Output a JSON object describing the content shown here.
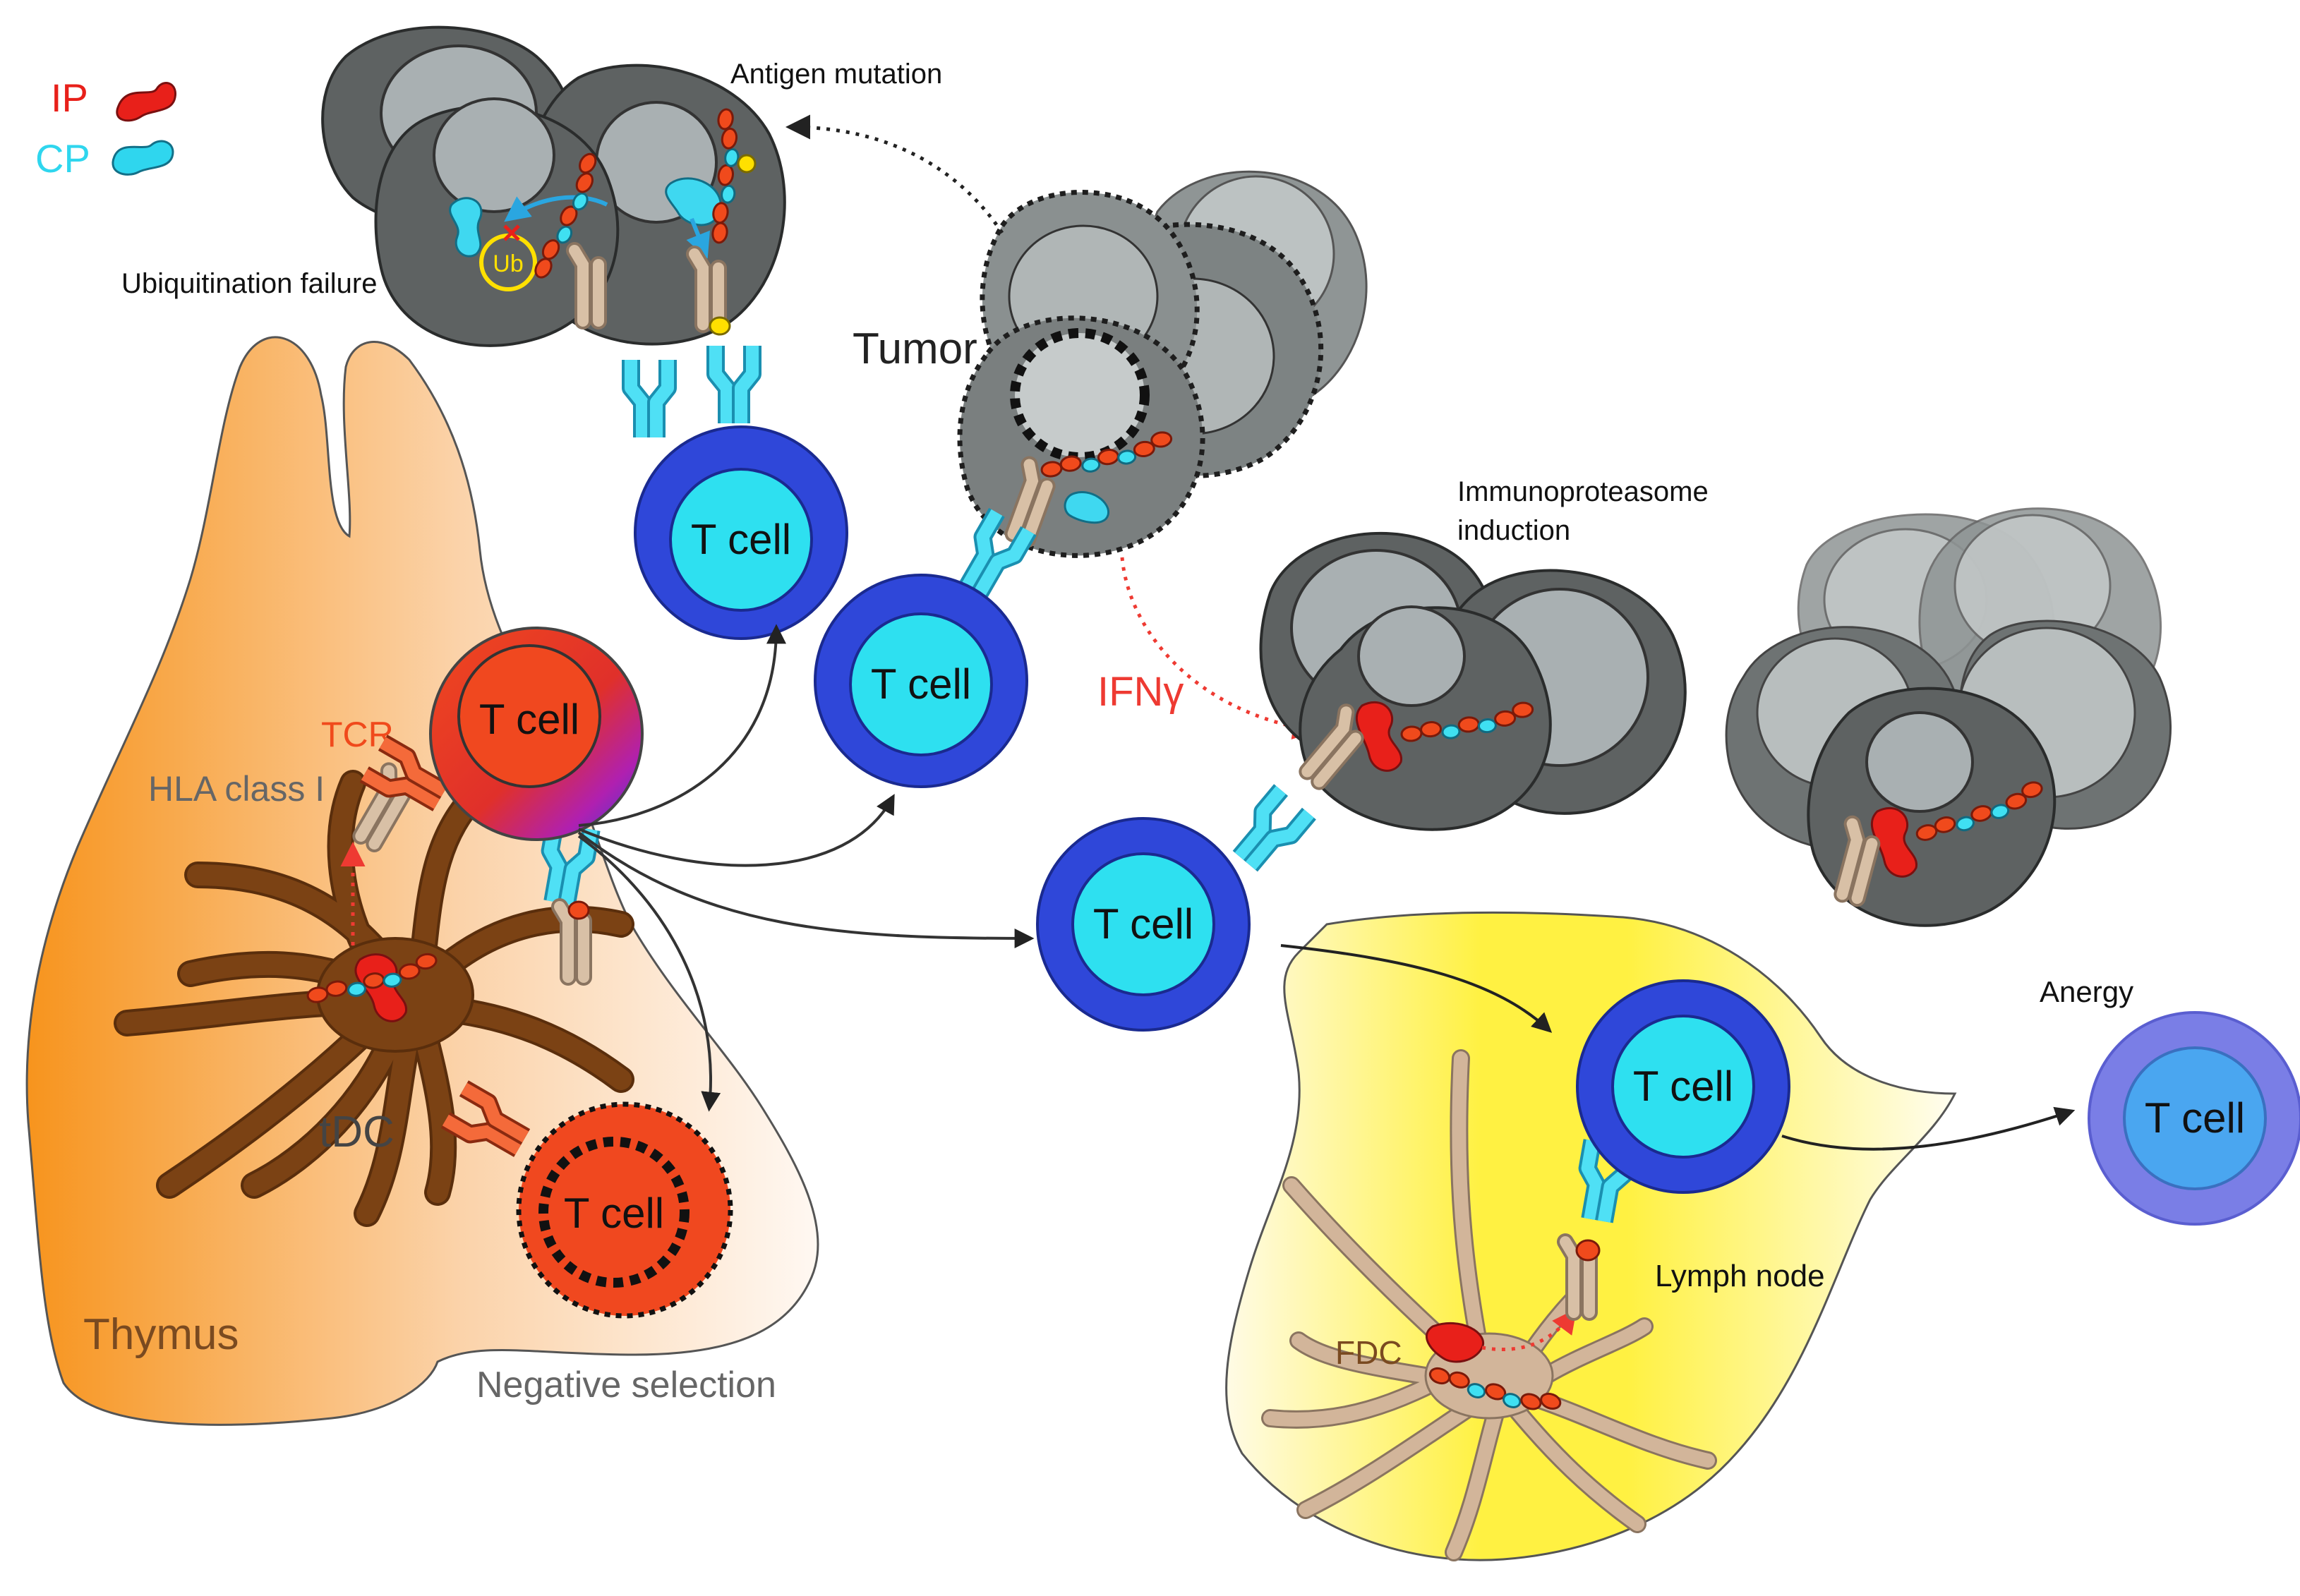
{
  "legend": {
    "ip_label": "IP",
    "cp_label": "CP",
    "ip_color": "#e8201a",
    "cp_color": "#2fd6ee"
  },
  "labels": {
    "antigen_mutation": "Antigen mutation",
    "ubiquitination_failure": "Ubiquitination failure",
    "ub": "Ub",
    "tumor": "Tumor",
    "immunoproteasome_line1": "Immunoproteasome",
    "immunoproteasome_line2": "induction",
    "ifn": "IFNγ",
    "tcr": "TCR",
    "hla": "HLA class I",
    "tdc": "tDC",
    "thymus": "Thymus",
    "negative_selection": "Negative selection",
    "lymph_node": "Lymph node",
    "fdc": "FDC",
    "anergy": "Anergy",
    "t_cell": "T cell"
  },
  "colors": {
    "t_cell_outer": "#2f47d9",
    "t_cell_inner": "#2ee0f0",
    "thymic_t_cell": "#f0481f",
    "tumor_cell": "#5a5d5d",
    "nucleus": "#a9b0b2",
    "thymus_fill": "#f7941d",
    "lymph_fill": "#fff142",
    "tdc_fill": "#7b4214",
    "fdc_fill": "#d2b59a",
    "ifn_arrow": "#ee3a32"
  }
}
